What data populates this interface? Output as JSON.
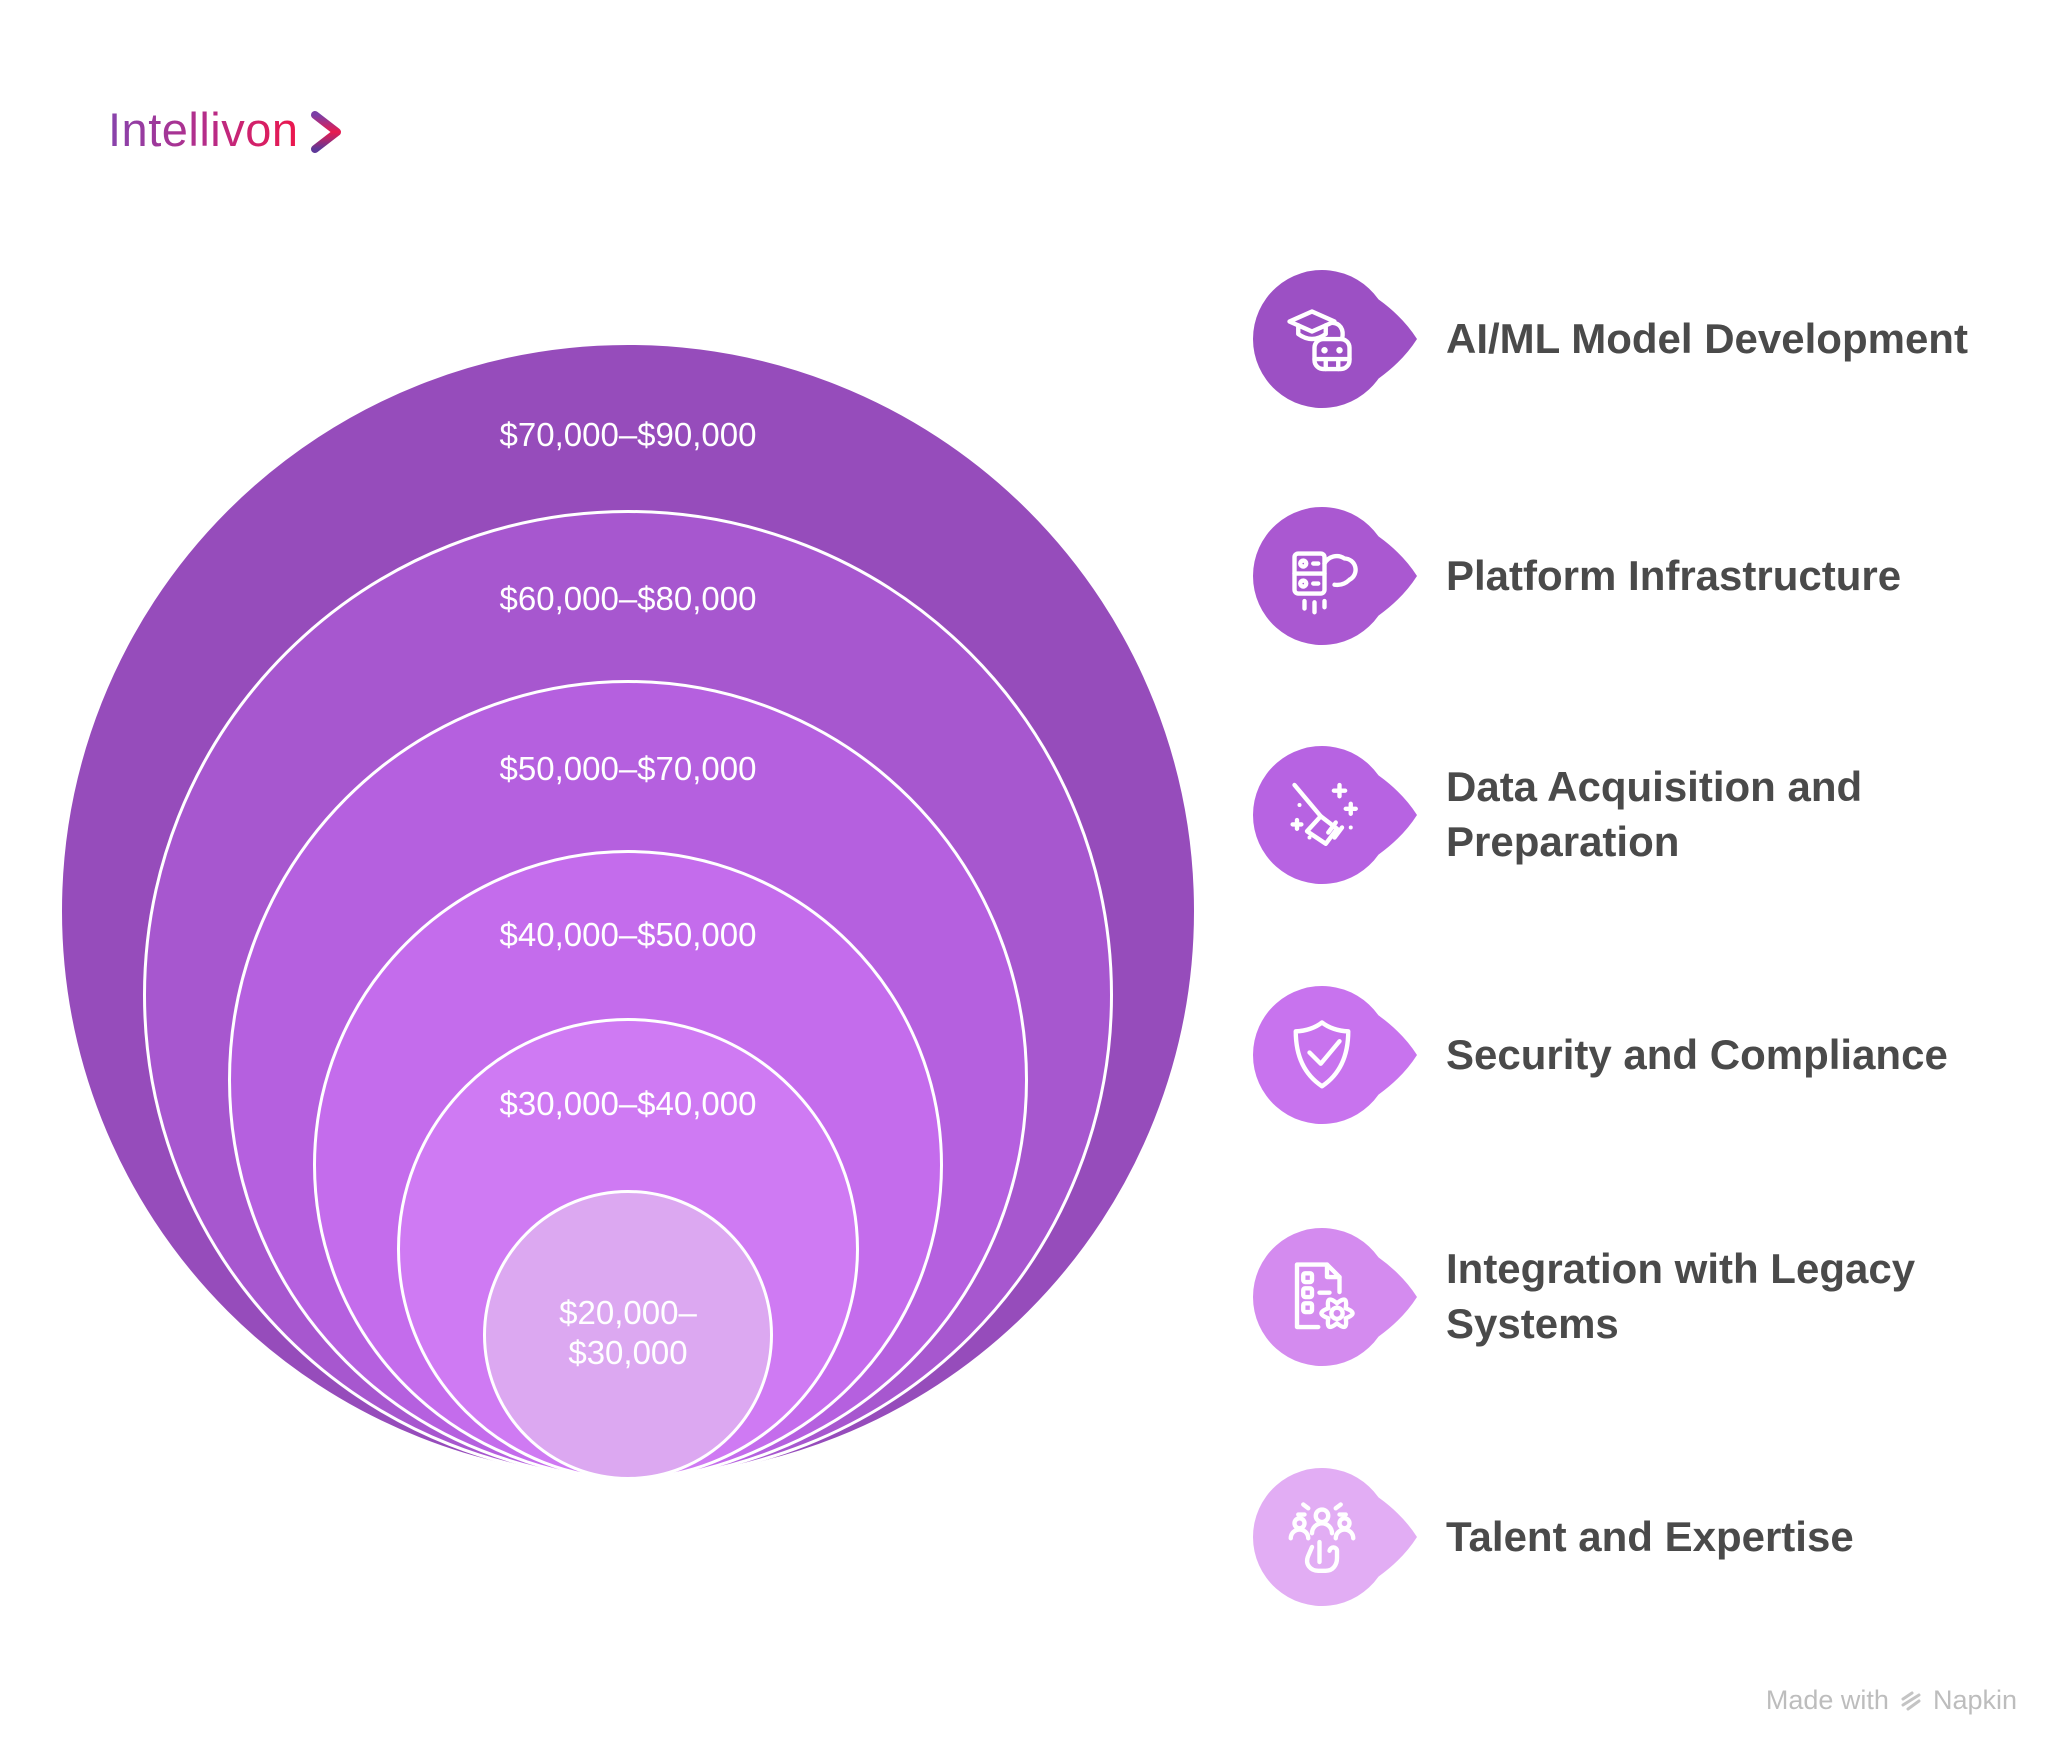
{
  "brand": {
    "name": "Intellivon"
  },
  "chart_data": {
    "type": "nested_circles",
    "title": "",
    "note": "Concentric cost circles, tangent at bottom; outermost = highest cost range",
    "items": [
      {
        "label": "AI/ML Model Development",
        "range": "$70,000–$90,000",
        "low": 70000,
        "high": 90000,
        "ring_color": "#964CBB",
        "bubble_color": "#9C50C4",
        "icon": "graduation-robot-icon"
      },
      {
        "label": "Platform Infrastructure",
        "range": "$60,000–$80,000",
        "low": 60000,
        "high": 80000,
        "ring_color": "#A757CF",
        "bubble_color": "#AA58D1",
        "icon": "server-cloud-icon"
      },
      {
        "label": "Data Acquisition and Preparation",
        "range": "$50,000–$70,000",
        "low": 50000,
        "high": 70000,
        "ring_color": "#B560DF",
        "bubble_color": "#B763E2",
        "icon": "broom-sparkles-icon"
      },
      {
        "label": "Security and Compliance",
        "range": "$40,000–$50,000",
        "low": 40000,
        "high": 50000,
        "ring_color": "#C46CEC",
        "bubble_color": "#C873EE",
        "icon": "shield-check-icon"
      },
      {
        "label": "Integration with Legacy Systems",
        "range": "$30,000–$40,000",
        "low": 30000,
        "high": 40000,
        "ring_color": "#CF7AF3",
        "bubble_color": "#D48BEF",
        "icon": "document-gear-icon"
      },
      {
        "label": "Talent and Expertise",
        "range": "$20,000–$30,000",
        "low": 20000,
        "high": 30000,
        "ring_color": "#DCA8F1",
        "bubble_color": "#E2ADF4",
        "icon": "team-hand-icon"
      }
    ],
    "ring_label_color": "#FFFFFF",
    "legend_text_color": "#4A4A4A",
    "legend_position": "right"
  },
  "footer": {
    "text": "Made with",
    "brand": "Napkin"
  }
}
